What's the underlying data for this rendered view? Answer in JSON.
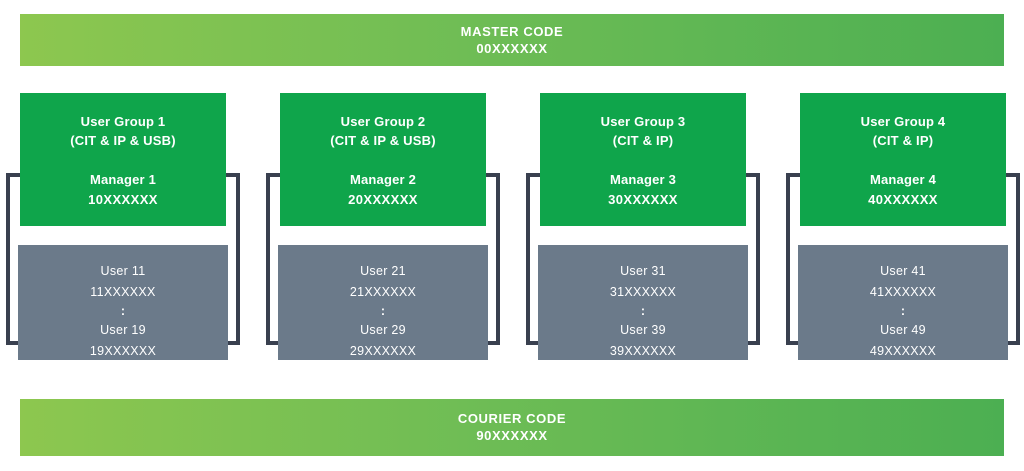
{
  "master_bar": {
    "title": "MASTER CODE",
    "code": "00XXXXXX"
  },
  "courier_bar": {
    "title": "COURIER CODE",
    "code": "90XXXXXX"
  },
  "colors": {
    "bar_gradient_start": "#8DC74F",
    "bar_gradient_end": "#4CAF52",
    "manager_box": "#0FA54B",
    "users_box": "#6B7A8A",
    "bracket": "#39404F",
    "text": "#FFFFFF",
    "background": "#FFFFFF"
  },
  "groups": [
    {
      "group_name": "User Group 1",
      "scope": "(CIT & IP & USB)",
      "manager_name": "Manager 1",
      "manager_code": "10XXXXXX",
      "user_first_name": "User 11",
      "user_first_code": "11XXXXXX",
      "ellipsis": ":",
      "user_last_name": "User 19",
      "user_last_code": "19XXXXXX"
    },
    {
      "group_name": "User Group 2",
      "scope": "(CIT & IP & USB)",
      "manager_name": "Manager 2",
      "manager_code": "20XXXXXX",
      "user_first_name": "User 21",
      "user_first_code": "21XXXXXX",
      "ellipsis": ":",
      "user_last_name": "User 29",
      "user_last_code": "29XXXXXX"
    },
    {
      "group_name": "User Group 3",
      "scope": "(CIT & IP)",
      "manager_name": "Manager 3",
      "manager_code": "30XXXXXX",
      "user_first_name": "User 31",
      "user_first_code": "31XXXXXX",
      "ellipsis": ":",
      "user_last_name": "User 39",
      "user_last_code": "39XXXXXX"
    },
    {
      "group_name": "User Group 4",
      "scope": "(CIT & IP)",
      "manager_name": "Manager 4",
      "manager_code": "40XXXXXX",
      "user_first_name": "User 41",
      "user_first_code": "41XXXXXX",
      "ellipsis": ":",
      "user_last_name": "User 49",
      "user_last_code": "49XXXXXX"
    }
  ]
}
